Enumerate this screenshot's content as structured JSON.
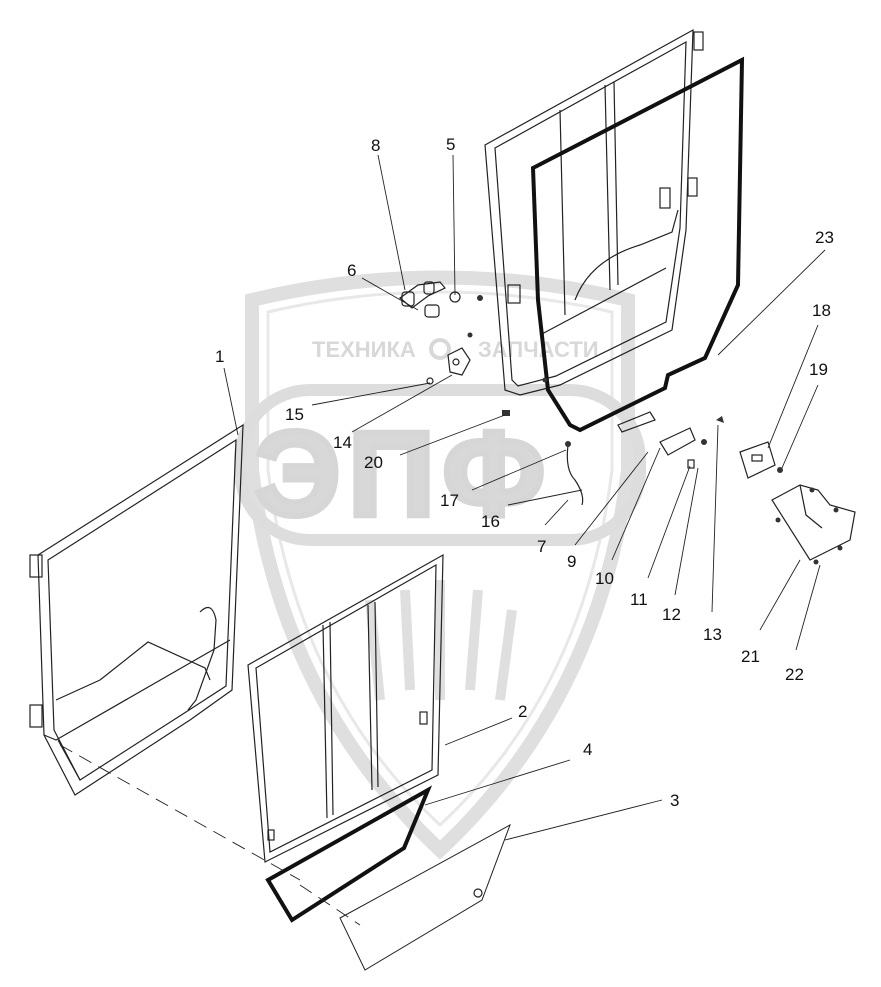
{
  "diagram": {
    "watermark": {
      "brand_left": "ТЕХНИКА",
      "brand_right": "ЗАПЧАСТИ",
      "logo_letters": "ЭПФ"
    },
    "callouts": [
      {
        "id": "c1",
        "label": "1"
      },
      {
        "id": "c2",
        "label": "2"
      },
      {
        "id": "c3",
        "label": "3"
      },
      {
        "id": "c4",
        "label": "4"
      },
      {
        "id": "c5",
        "label": "5"
      },
      {
        "id": "c6",
        "label": "6"
      },
      {
        "id": "c7",
        "label": "7"
      },
      {
        "id": "c8",
        "label": "8"
      },
      {
        "id": "c9",
        "label": "9"
      },
      {
        "id": "c10",
        "label": "10"
      },
      {
        "id": "c11",
        "label": "11"
      },
      {
        "id": "c12",
        "label": "12"
      },
      {
        "id": "c13",
        "label": "13"
      },
      {
        "id": "c14",
        "label": "14"
      },
      {
        "id": "c15",
        "label": "15"
      },
      {
        "id": "c16",
        "label": "16"
      },
      {
        "id": "c17",
        "label": "17"
      },
      {
        "id": "c18",
        "label": "18"
      },
      {
        "id": "c19",
        "label": "19"
      },
      {
        "id": "c20",
        "label": "20"
      },
      {
        "id": "c21",
        "label": "21"
      },
      {
        "id": "c22",
        "label": "22"
      },
      {
        "id": "c23",
        "label": "23"
      }
    ]
  }
}
